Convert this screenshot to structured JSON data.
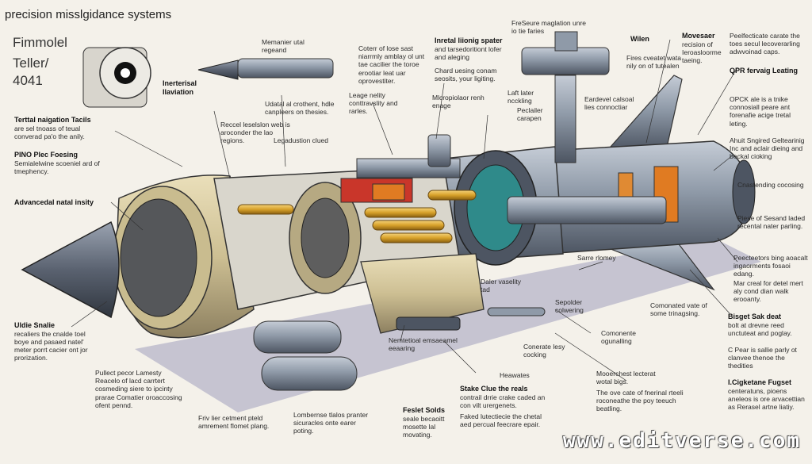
{
  "title": "precision misslgidance systems",
  "side_labels": [
    "Fimmolel",
    "Teller/",
    "4041"
  ],
  "watermark": "www.editverse.com",
  "colors": {
    "steel": "#8f9aa8",
    "dark": "#3f4752",
    "brass": "#d8a12a",
    "tan": "#cdbf93",
    "red": "#c9362a",
    "orange": "#e07b22",
    "teal": "#2f8a8a",
    "shadow": "#bdbccd"
  },
  "labels": [
    {
      "id": "label-terttal",
      "head": "Terttal naigation Tacils",
      "body": "are sel tnoass of teual converad pa'o the anily."
    },
    {
      "id": "label-pino",
      "head": "PINO Plec Foesing",
      "body": "Semialelwine scoeniel ard of tmephency."
    },
    {
      "id": "label-advancedal",
      "head": "Advancedal natal insity",
      "body": ""
    },
    {
      "id": "label-uldie",
      "head": "Uldie Snalie",
      "body": "recaliers the cnalde toel boye and pasaed natel' meter porrt cacier ont jor prorization."
    },
    {
      "id": "label-pullect",
      "head": "",
      "body": "Pullect pecor Lamesty Reacelo of lacd carrtert cosmeding siere to ipcinty prarae Comatier oroaccosing ofent pennd."
    },
    {
      "id": "label-internal",
      "head": "Inerterisal Ilaviation",
      "body": ""
    },
    {
      "id": "label-memanier",
      "head": "",
      "body": "Memanier utal regeand"
    },
    {
      "id": "label-udated",
      "head": "",
      "body": "Udatal al crothent, hdle canpleers on thesies."
    },
    {
      "id": "label-reccel",
      "head": "",
      "body": "Reccel leselslon web is aroconder the lao regions."
    },
    {
      "id": "label-legadustion",
      "head": "",
      "body": "Legadustion clued"
    },
    {
      "id": "label-coterm",
      "head": "",
      "body": "Coterr of lose sast niarrmly amblay ol unt tae cacilier the toroe erootiar leat uar oprovestiter."
    },
    {
      "id": "label-leage",
      "head": "",
      "body": "Leage nelity conttravslity and rarles."
    },
    {
      "id": "label-inretal",
      "head": "Inretal liionig spater",
      "body": "and tarsedoritiont lofer and aleging"
    },
    {
      "id": "label-chard",
      "head": "",
      "body": "Chard uesing conam seosits, your ligiting."
    },
    {
      "id": "label-micropioner",
      "head": "",
      "body": "Mlcropiolaor renh enage"
    },
    {
      "id": "label-freasure",
      "head": "",
      "body": "FreSeure maglation unre io tie faries"
    },
    {
      "id": "label-laft",
      "head": "",
      "body": "Laft later ncckling"
    },
    {
      "id": "label-pecraker",
      "head": "",
      "body": "Peclailer carapen"
    },
    {
      "id": "label-eardevel",
      "head": "",
      "body": "Eardevel calsoal lies connoctiar"
    },
    {
      "id": "label-wilen",
      "head": "Wilen",
      "body": ""
    },
    {
      "id": "label-fires",
      "head": "",
      "body": "Fires cveatet wata nily on of tutealen"
    },
    {
      "id": "label-movesaer",
      "head": "Movesaer",
      "body": "recision of Ieroasloorme taeing."
    },
    {
      "id": "label-peelfecticate",
      "head": "",
      "body": "Peelfecticate carate the toes secul lecoverarling adwvoinad caps."
    },
    {
      "id": "label-qpr",
      "head": "QPR fervaig Leating",
      "body": ""
    },
    {
      "id": "label-opck",
      "head": "",
      "body": "OPCK ale is a tnike connosiall peare ant forenafie acige tretal leting."
    },
    {
      "id": "label-ahuit",
      "head": "",
      "body": "Ahuit Sngired Geltearinig Inc and aclair dieing and beckal cioking"
    },
    {
      "id": "label-cnastending",
      "head": "",
      "body": "Cnastending cocosing"
    },
    {
      "id": "label-piese",
      "head": "",
      "body": "Piese of Sesand laded recental nater parling."
    },
    {
      "id": "label-peecteetors",
      "head": "",
      "body": "Peecteetors bing aoacalt ingaorments fosaoi edang."
    },
    {
      "id": "label-mar",
      "head": "",
      "body": "Mar creal for detel mert aly cond dian walk erooanty."
    },
    {
      "id": "label-bisget",
      "head": "Bisget Sak deat",
      "body": "bolt at drevne reed unctuteat and poglay."
    },
    {
      "id": "label-pear",
      "head": "",
      "body": "C Pear is sallie parly ot clanvee thenoe the thedities"
    },
    {
      "id": "label-ligketane",
      "head": "I.Cigketane Fugset",
      "body": "centeratuns, pioens aneleos is ore arvacettian as Rerasel artne liatiy."
    },
    {
      "id": "label-dalier",
      "head": "",
      "body": "Daler vaselity tad"
    },
    {
      "id": "label-sarre",
      "head": "",
      "body": "Sarre rlomey"
    },
    {
      "id": "label-sepolder",
      "head": "",
      "body": "Sepolder colwering"
    },
    {
      "id": "label-comonated",
      "head": "",
      "body": "Comonated vate of some trinagsing."
    },
    {
      "id": "label-comonente",
      "head": "",
      "body": "Comonente ogunalling"
    },
    {
      "id": "label-nemtetioal",
      "head": "",
      "body": "Nemtetioal emsaeamel eeaaring"
    },
    {
      "id": "label-conerate",
      "head": "",
      "body": "Conerate lesy cocking"
    },
    {
      "id": "label-heawates",
      "head": "",
      "body": "Heawates"
    },
    {
      "id": "label-mooerchest",
      "head": "",
      "body": "Mooerchest lecterat wotal bigs."
    },
    {
      "id": "label-ove",
      "head": "",
      "body": "The ove cate of fnerinal rteeli roconeathe the poy teeuch beatling."
    },
    {
      "id": "label-stake",
      "head": "Stake Clue the reals",
      "body": "contrail drrie crake caded an con vilt urergenets."
    },
    {
      "id": "label-faked",
      "head": "",
      "body": "Faked lutectiecie the chetal aed percual feecrare epair."
    },
    {
      "id": "label-feslet",
      "head": "Feslet Solds",
      "body": "seale becaoitt mosette lal movating."
    },
    {
      "id": "label-lombernse",
      "head": "",
      "body": "Lombernse tlalos pranter sicuracles onte earer poting."
    },
    {
      "id": "label-friv",
      "head": "",
      "body": "Friv lier cetment pteld amrement flomet plang."
    }
  ]
}
